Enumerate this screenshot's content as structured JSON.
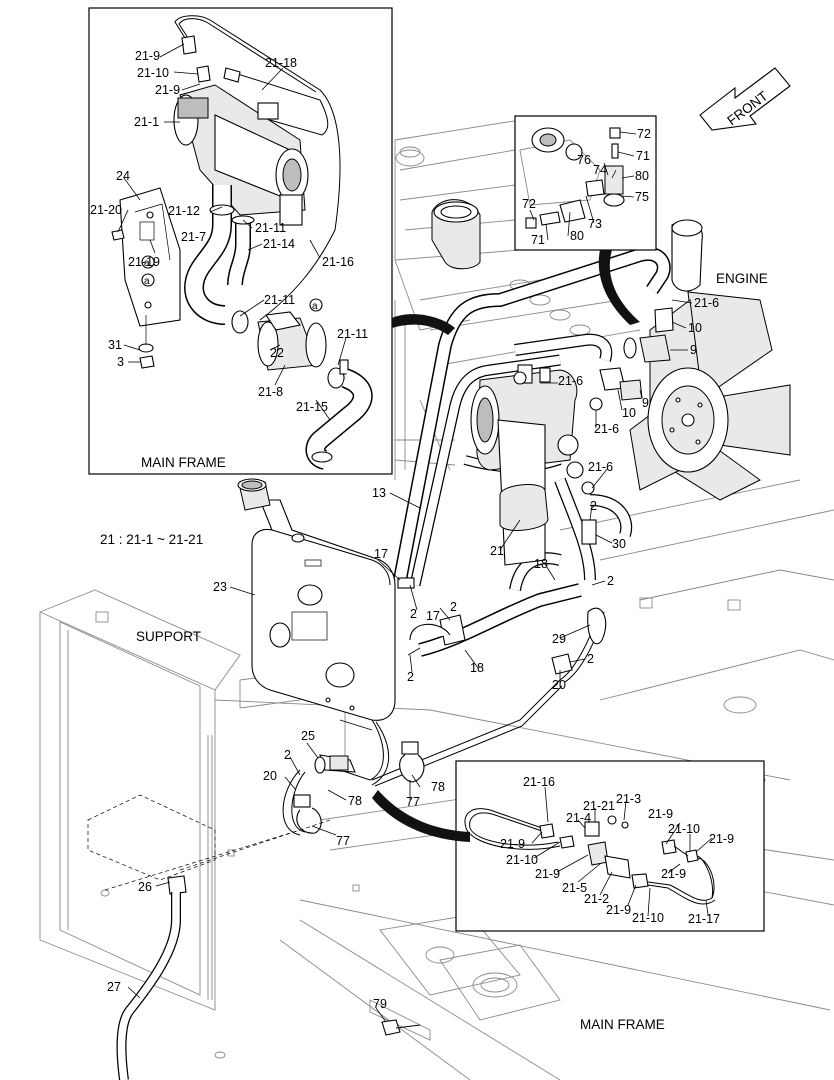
{
  "insets": {
    "heater_title": "MAIN FRAME",
    "engine_fitting_title": "",
    "hose_assembly_title": ""
  },
  "annotations": {
    "front": "FRONT",
    "engine": "ENGINE",
    "support": "SUPPORT",
    "main_frame": "MAIN FRAME",
    "group_note": "21 : 21-1 ~ 21-21"
  },
  "callouts": {
    "heater_inset": [
      "21-9",
      "21-10",
      "21-9",
      "21-1",
      "21-18",
      "24",
      "21-20",
      "21-12",
      "21-19",
      "21-7",
      "21-11",
      "21-14",
      "21-16",
      "21-11",
      "31",
      "3",
      "22",
      "21-11",
      "21-8",
      "21-15"
    ],
    "fitting_inset": [
      "72",
      "71",
      "76",
      "74",
      "80",
      "75",
      "72",
      "71",
      "80",
      "73"
    ],
    "hose_inset": [
      "21-16",
      "21-21",
      "21-3",
      "21-4",
      "21-9",
      "21-10",
      "21-9",
      "21-9",
      "21-10",
      "21-9",
      "21-5",
      "21-2",
      "21-9",
      "21-9",
      "21-10",
      "21-17"
    ],
    "main": [
      "21-6",
      "10",
      "9",
      "21-6",
      "10",
      "9",
      "21-6",
      "21-6",
      "13",
      "2",
      "30",
      "21",
      "17",
      "2",
      "23",
      "18",
      "2",
      "17",
      "2",
      "18",
      "2",
      "29",
      "2",
      "20",
      "25",
      "2",
      "20",
      "78",
      "77",
      "78",
      "77",
      "26",
      "27",
      "79"
    ],
    "circle_marks": [
      "a",
      "a",
      "a"
    ]
  }
}
